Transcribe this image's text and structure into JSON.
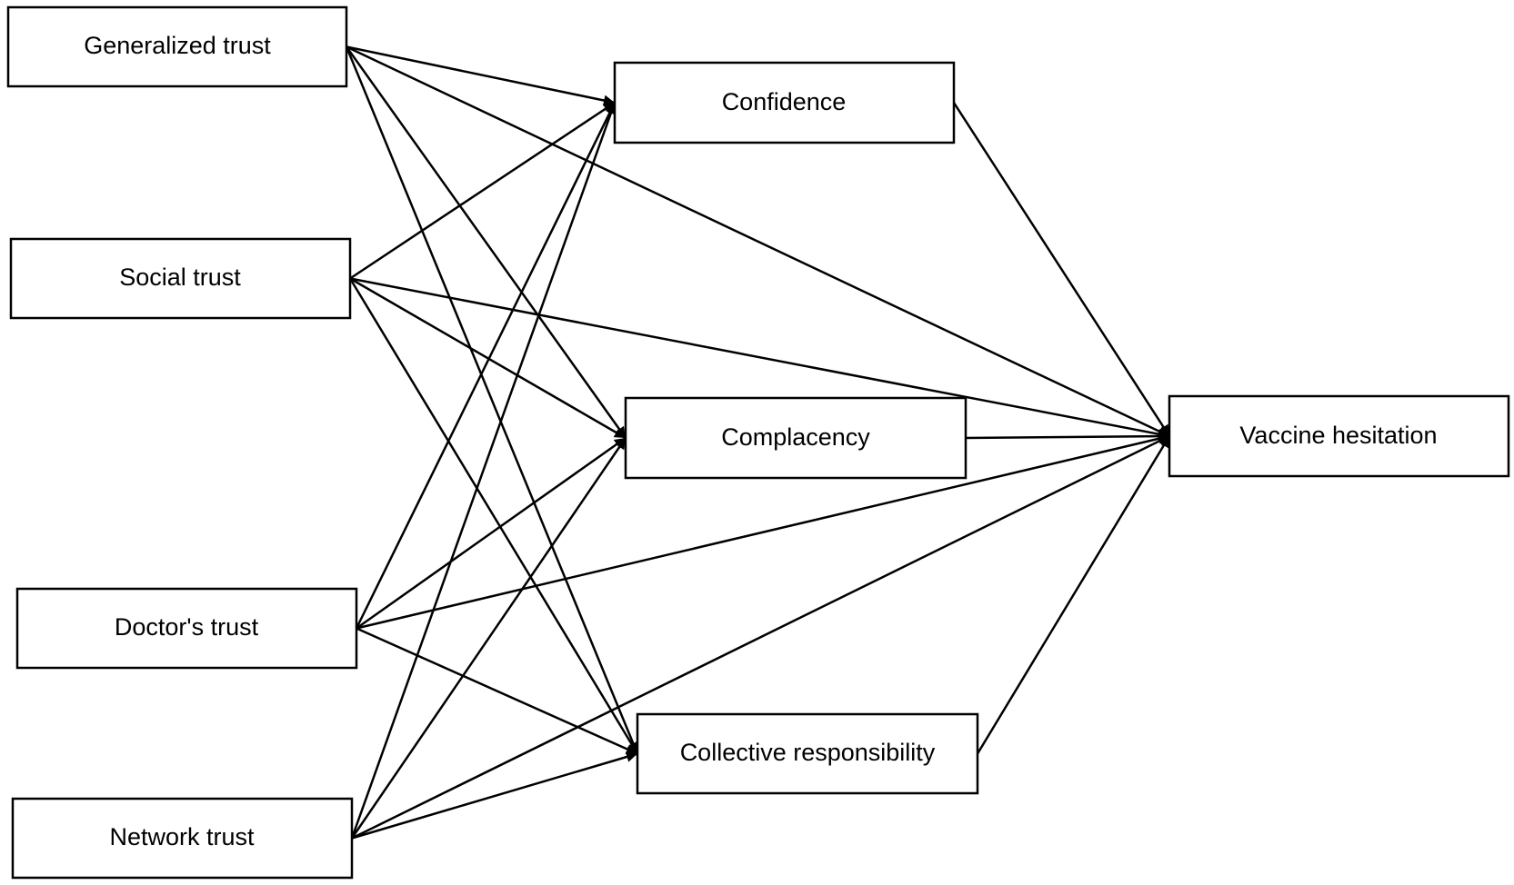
{
  "nodes": [
    {
      "id": "generalized-trust",
      "label": "Generalized trust"
    },
    {
      "id": "social-trust",
      "label": "Social trust"
    },
    {
      "id": "doctors-trust",
      "label": "Doctor's trust"
    },
    {
      "id": "network-trust",
      "label": "Network trust"
    },
    {
      "id": "confidence",
      "label": "Confidence"
    },
    {
      "id": "complacency",
      "label": "Complacency"
    },
    {
      "id": "collective-responsibility",
      "label": "Collective responsibility"
    },
    {
      "id": "vaccine-hesitation",
      "label": "Vaccine hesitation"
    }
  ],
  "edges": [
    {
      "from": "generalized-trust",
      "to": "confidence"
    },
    {
      "from": "generalized-trust",
      "to": "complacency"
    },
    {
      "from": "generalized-trust",
      "to": "collective-responsibility"
    },
    {
      "from": "generalized-trust",
      "to": "vaccine-hesitation"
    },
    {
      "from": "social-trust",
      "to": "confidence"
    },
    {
      "from": "social-trust",
      "to": "complacency"
    },
    {
      "from": "social-trust",
      "to": "collective-responsibility"
    },
    {
      "from": "social-trust",
      "to": "vaccine-hesitation"
    },
    {
      "from": "doctors-trust",
      "to": "confidence"
    },
    {
      "from": "doctors-trust",
      "to": "complacency"
    },
    {
      "from": "doctors-trust",
      "to": "collective-responsibility"
    },
    {
      "from": "doctors-trust",
      "to": "vaccine-hesitation"
    },
    {
      "from": "network-trust",
      "to": "confidence"
    },
    {
      "from": "network-trust",
      "to": "complacency"
    },
    {
      "from": "network-trust",
      "to": "collective-responsibility"
    },
    {
      "from": "network-trust",
      "to": "vaccine-hesitation"
    },
    {
      "from": "confidence",
      "to": "vaccine-hesitation"
    },
    {
      "from": "complacency",
      "to": "vaccine-hesitation"
    },
    {
      "from": "collective-responsibility",
      "to": "vaccine-hesitation"
    }
  ]
}
